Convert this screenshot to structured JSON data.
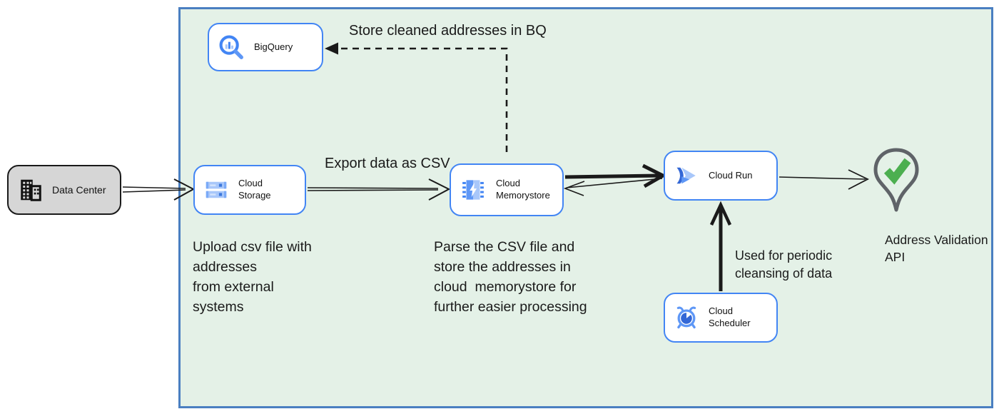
{
  "nodes": {
    "data_center": {
      "label": "Data Center"
    },
    "bigquery": {
      "label": "BigQuery"
    },
    "cloud_storage": {
      "label": "Cloud Storage"
    },
    "cloud_memorystore": {
      "label": "Cloud\nMemorystore"
    },
    "cloud_run": {
      "label": "Cloud Run"
    },
    "cloud_scheduler": {
      "label": "Cloud Scheduler"
    },
    "address_validation": {
      "label": "Address Validation\nAPI"
    }
  },
  "edge_labels": {
    "store_cleaned": "Store cleaned addresses in BQ",
    "export_csv": "Export data as CSV",
    "periodic_cleansing": "Used for periodic\ncleansing of data"
  },
  "annotations": {
    "upload": "Upload csv file with\naddresses\nfrom external\nsystems",
    "parse": "Parse the CSV file and\nstore the addresses in\ncloud  memorystore for\nfurther easier processing"
  },
  "colors": {
    "accent_blue": "#4285f4",
    "icon_light_blue": "#a8c7fa",
    "icon_mid_blue": "#5e97f6",
    "icon_dark_blue": "#3367d6",
    "container_fill": "#e4f1e7",
    "container_border": "#4a7fc1",
    "data_center_fill": "#d6d6d6",
    "pin_gray": "#5f6368",
    "check_green": "#4caf50",
    "line_black": "#1a1a1a"
  }
}
